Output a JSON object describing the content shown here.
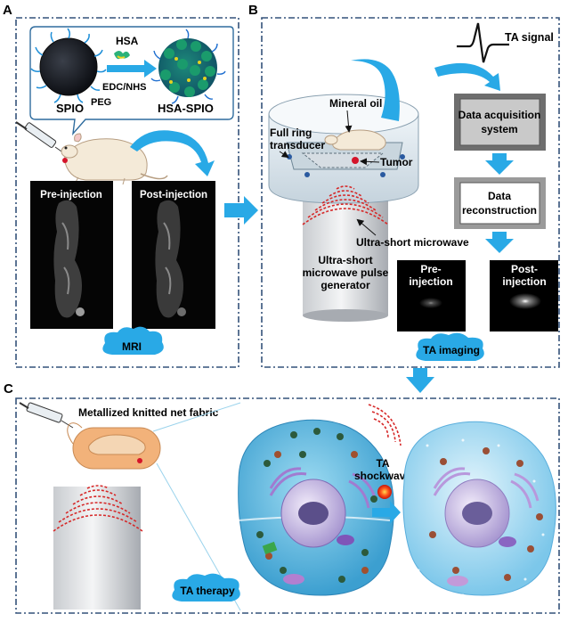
{
  "panels": {
    "a": {
      "letter": "A"
    },
    "b": {
      "letter": "B"
    },
    "c": {
      "letter": "C"
    }
  },
  "synthesis": {
    "hsa": "HSA",
    "edc_nhs": "EDC/NHS",
    "spio": "SPIO",
    "peg": "PEG",
    "hsa_spio": "HSA-SPIO"
  },
  "mri": {
    "pre": "Pre-injection",
    "post": "Post-injection",
    "badge": "MRI"
  },
  "ta_setup": {
    "ta_signal": "TA signal",
    "mineral_oil": "Mineral oil",
    "full_ring_1": "Full ring",
    "full_ring_2": "transducer",
    "tumor": "Tumor",
    "daq_1": "Data acquisition",
    "daq_2": "system",
    "recon_1": "Data",
    "recon_2": "reconstruction",
    "usm": "Ultra-short microwave",
    "gen_1": "Ultra-short",
    "gen_2": "microwave pulse",
    "gen_3": "generator",
    "pre_1": "Pre-",
    "pre_2": "injection",
    "post_1": "Post-",
    "post_2": "injection",
    "badge": "TA imaging"
  },
  "therapy": {
    "fabric": "Metallized knitted net fabric",
    "shock_1": "TA",
    "shock_2": "shockwave",
    "badge": "TA therapy"
  },
  "colors": {
    "panel_border": "#34527a",
    "arrow": "#29a9e6",
    "badge": "#29a9e6",
    "wave": "#d62828",
    "cell_cytoplasm": "#5bb7e0",
    "nucleus": "#b9a8dc"
  }
}
